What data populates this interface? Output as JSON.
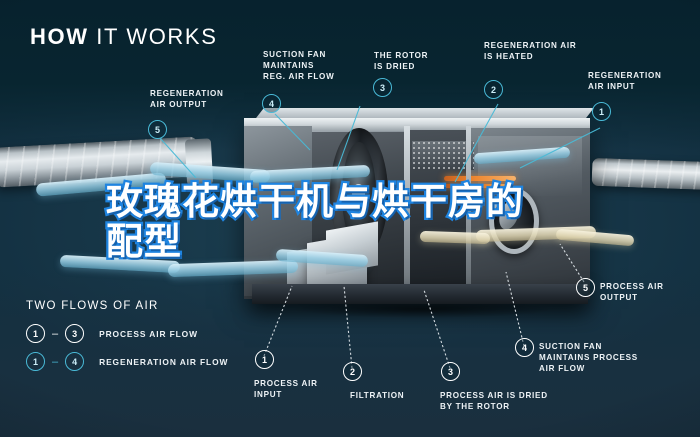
{
  "page": {
    "title": "HOW IT WORKS",
    "title_bold_part": "HOW",
    "title_light_part": " IT WORKS",
    "background_color": "#0a2735",
    "accent_color": "#49b9d6",
    "overlay_text_color": "#ffffff",
    "overlay_stroke_color": "#1f84e0"
  },
  "overlay": {
    "headline": "玫瑰花烘干机与烘干房的\n配型"
  },
  "callouts": [
    {
      "id": "regeneration-air-output",
      "label": "REGENERATION\nAIR OUTPUT",
      "marker": "5",
      "marker_style": "teal"
    },
    {
      "id": "suction-fan-reg",
      "label": "SUCTION FAN\nMAINTAINS\nREG. AIR FLOW",
      "marker": "4",
      "marker_style": "teal"
    },
    {
      "id": "rotor-is-dried",
      "label": "THE ROTOR\nIS DRIED",
      "marker": "3",
      "marker_style": "teal"
    },
    {
      "id": "regeneration-air-heated",
      "label": "REGENERATION AIR\nIS HEATED",
      "marker": "2",
      "marker_style": "teal"
    },
    {
      "id": "regeneration-air-input",
      "label": "REGENERATION\nAIR INPUT",
      "marker": "1",
      "marker_style": "teal"
    },
    {
      "id": "process-air-output",
      "label": "PROCESS AIR\nOUTPUT",
      "marker": "5",
      "marker_style": "white"
    },
    {
      "id": "process-air-input",
      "label": "PROCESS AIR\nINPUT",
      "marker": "1",
      "marker_style": "white"
    },
    {
      "id": "filtration",
      "label": "FILTRATION",
      "marker": "2",
      "marker_style": "white"
    },
    {
      "id": "process-air-dried",
      "label": "PROCESS AIR IS DRIED\nBY THE ROTOR",
      "marker": "3",
      "marker_style": "white"
    },
    {
      "id": "suction-fan-process",
      "label": "SUCTION FAN\nMAINTAINS PROCESS\nAIR FLOW",
      "marker": "4",
      "marker_style": "white"
    }
  ],
  "legend": {
    "title": "TWO FLOWS OF AIR",
    "rows": [
      {
        "from": "1",
        "dash": "–",
        "to": "3",
        "label": "PROCESS AIR FLOW",
        "style": "white"
      },
      {
        "from": "1",
        "dash": "–",
        "to": "4",
        "label": "REGENERATION AIR FLOW",
        "style": "teal"
      }
    ]
  }
}
